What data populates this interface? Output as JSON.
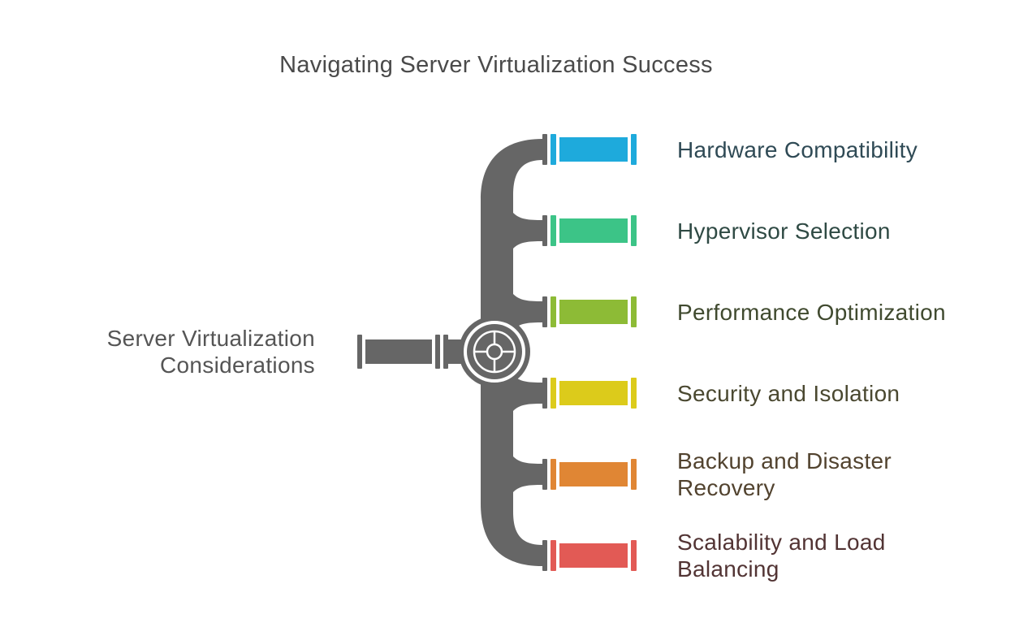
{
  "title": "Navigating Server Virtualization Success",
  "source": {
    "lines": [
      "Server Virtualization",
      "Considerations"
    ]
  },
  "branches": [
    {
      "lines": [
        "Hardware Compatibility"
      ],
      "color": "#1EAADC",
      "text_color": "#2F4A55"
    },
    {
      "lines": [
        "Hypervisor Selection"
      ],
      "color": "#3CC487",
      "text_color": "#2F4A44"
    },
    {
      "lines": [
        "Performance Optimization"
      ],
      "color": "#8DBB36",
      "text_color": "#404A2F"
    },
    {
      "lines": [
        "Security and Isolation"
      ],
      "color": "#DCCB1B",
      "text_color": "#4A4830"
    },
    {
      "lines": [
        "Backup and Disaster",
        "Recovery"
      ],
      "color": "#E08634",
      "text_color": "#52432F"
    },
    {
      "lines": [
        "Scalability and Load",
        "Balancing"
      ],
      "color": "#E25A55",
      "text_color": "#523434"
    }
  ],
  "pipe_color": "#666666"
}
